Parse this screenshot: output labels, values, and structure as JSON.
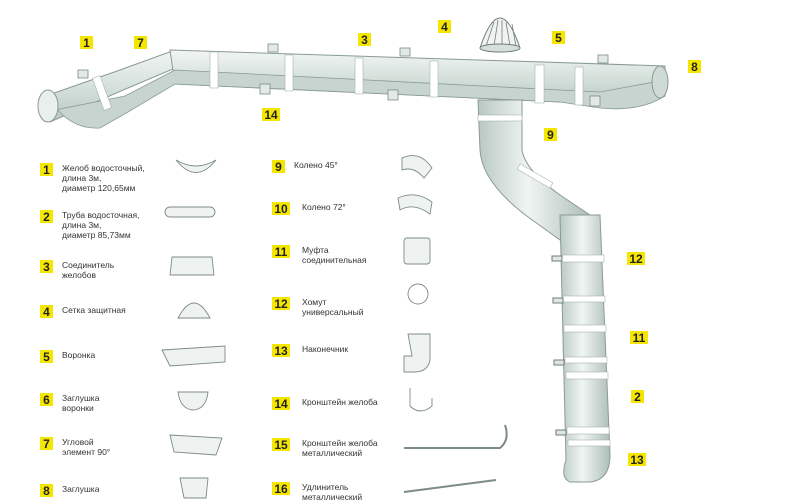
{
  "diagram": {
    "components": [
      {
        "num": "1",
        "lines": [
          "Желоб водосточный,",
          "длина 3м,",
          "диаметр 120,65мм"
        ]
      },
      {
        "num": "2",
        "lines": [
          "Труба водосточная,",
          "длина 3м,",
          "диаметр 85,73мм"
        ]
      },
      {
        "num": "3",
        "lines": [
          "Соединитель",
          "желобов"
        ]
      },
      {
        "num": "4",
        "lines": [
          "Сетка защитная"
        ]
      },
      {
        "num": "5",
        "lines": [
          "Воронка"
        ]
      },
      {
        "num": "6",
        "lines": [
          "Заглушка",
          "воронки"
        ]
      },
      {
        "num": "7",
        "lines": [
          "Угловой",
          "элемент 90°"
        ]
      },
      {
        "num": "8",
        "lines": [
          "Заглушка"
        ]
      },
      {
        "num": "9",
        "lines": [
          "Колено 45°"
        ]
      },
      {
        "num": "10",
        "lines": [
          "Колено 72°"
        ]
      },
      {
        "num": "11",
        "lines": [
          "Муфта",
          "соединительная"
        ]
      },
      {
        "num": "12",
        "lines": [
          "Хомут",
          "универсальный"
        ]
      },
      {
        "num": "13",
        "lines": [
          "Наконечник"
        ]
      },
      {
        "num": "14",
        "lines": [
          "Кронштейн желоба"
        ]
      },
      {
        "num": "15",
        "lines": [
          "Кронштейн желоба",
          "металлический"
        ]
      },
      {
        "num": "16",
        "lines": [
          "Удлинитель",
          "металлический"
        ]
      }
    ],
    "callouts": [
      "1",
      "7",
      "3",
      "4",
      "5",
      "8",
      "14",
      "9",
      "12",
      "11",
      "2",
      "13"
    ],
    "colors": {
      "badge": "#f5e600",
      "pipe": "#dfe8e4",
      "pipe_edge": "#8a9a94",
      "band": "#ffffff",
      "text": "#333333"
    }
  }
}
